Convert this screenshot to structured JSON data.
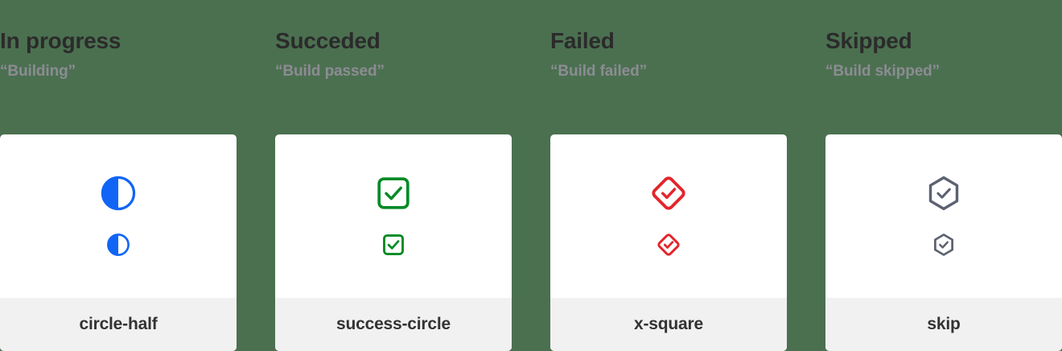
{
  "background_color": "#4b7050",
  "columns": [
    {
      "title": "In progress",
      "subtitle": "“Building”",
      "icon_name": "circle-half",
      "icon_label": "circle-half",
      "color": "#1165f6"
    },
    {
      "title": "Succeded",
      "subtitle": "“Build passed”",
      "icon_name": "success-circle",
      "icon_label": "success-circle",
      "color": "#008a24"
    },
    {
      "title": "Failed",
      "subtitle": "“Build failed”",
      "icon_name": "x-square",
      "icon_label": "x-square",
      "color": "#e3252c"
    },
    {
      "title": "Skipped",
      "subtitle": "“Build skipped”",
      "icon_name": "skip",
      "icon_label": "skip",
      "color": "#5c6270"
    }
  ]
}
